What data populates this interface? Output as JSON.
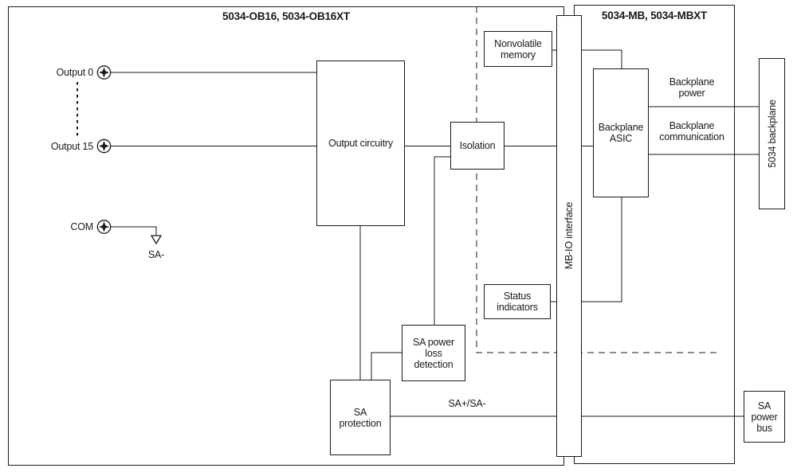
{
  "diagram": {
    "left_module": {
      "title": "5034-OB16, 5034-OB16XT"
    },
    "right_module": {
      "title": "5034-MB, 5034-MBXT"
    },
    "terminals": [
      {
        "label": "Output 0"
      },
      {
        "label": "Output 15"
      },
      {
        "label": "COM"
      }
    ],
    "blocks": {
      "output_circuitry": "Output circuitry",
      "isolation": "Isolation",
      "nonvolatile_memory": "Nonvolatile memory",
      "status_indicators": "Status indicators",
      "sa_power_loss": "SA power loss detection",
      "sa_protection": "SA protection",
      "backplane_asic": "Backplane ASIC",
      "mb_io_interface": "MB-IO interface",
      "backplane_5034": "5034 backplane",
      "sa_power_bus": "SA power bus"
    },
    "wire_labels": {
      "sa_minus": "SA-",
      "sa_plus_minus": "SA+/SA-",
      "backplane_power": "Backplane power",
      "backplane_communication": "Backplane communication"
    },
    "icons": [
      "screw-terminal-icon",
      "ground-arrow-icon"
    ],
    "colors": {
      "line": "#1a1a1a",
      "background": "#ffffff"
    }
  }
}
